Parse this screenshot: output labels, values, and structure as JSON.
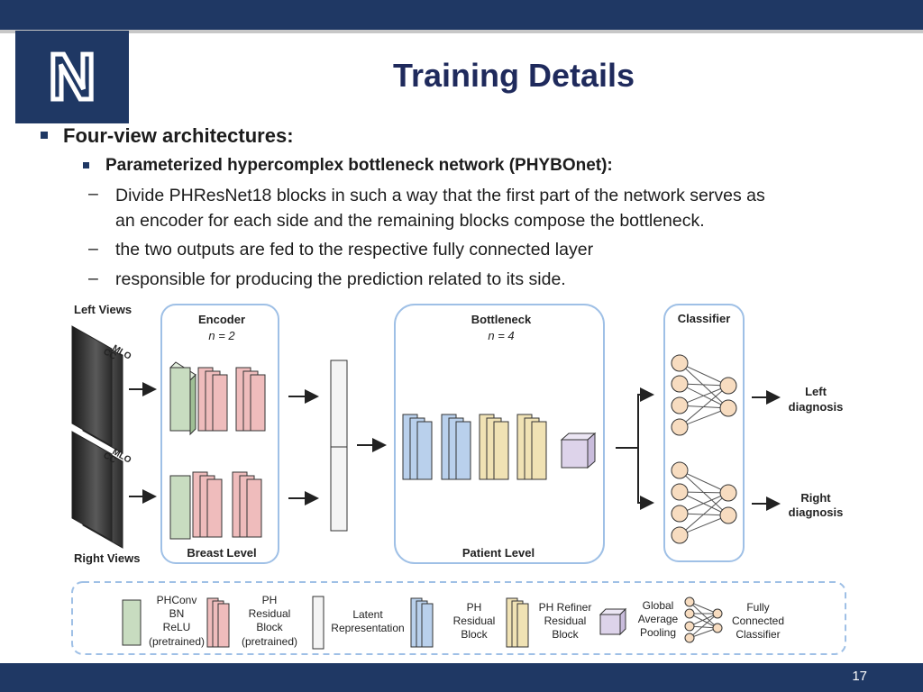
{
  "slide": {
    "title": "Training Details",
    "page_number": "17",
    "logo_letter": "N"
  },
  "bullets": {
    "level1": "Four-view architectures:",
    "level2": "Parameterized hypercomplex bottleneck network (PHYBOnet):",
    "dash1_line1": "Divide PHResNet18 blocks in such a way that the first part of the network serves as",
    "dash1_line2": "an encoder for each side and the remaining blocks compose the bottleneck.",
    "dash2": "the two outputs are fed to the respective fully connected layer",
    "dash3": "responsible for producing the prediction related to its side.",
    "dash_symbol": "–"
  },
  "diagram": {
    "left_views": "Left Views",
    "right_views": "Right Views",
    "mlo": "MLO",
    "cc": "CC",
    "encoder_title": "Encoder",
    "encoder_n": "n = 2",
    "breast_level": "Breast Level",
    "bottleneck_title": "Bottleneck",
    "bottleneck_n": "n = 4",
    "patient_level": "Patient Level",
    "classifier_title": "Classifier",
    "left_diag_1": "Left",
    "left_diag_2": "diagnosis",
    "right_diag_1": "Right",
    "right_diag_2": "diagnosis"
  },
  "legend": {
    "phconv": [
      "PHConv",
      "BN",
      "ReLU",
      "(pretrained)"
    ],
    "ph_residual_pre": [
      "PH",
      "Residual",
      "Block",
      "(pretrained)"
    ],
    "latent": [
      "Latent",
      "Representation"
    ],
    "ph_residual": [
      "PH",
      "Residual",
      "Block"
    ],
    "ph_refiner": [
      "PH Refiner",
      "Residual",
      "Block"
    ],
    "gap": [
      "Global",
      "Average",
      "Pooling"
    ],
    "fc": [
      "Fully",
      "Connected",
      "Classifier"
    ]
  },
  "colors": {
    "navy": "#1f3864",
    "title": "#1f2a5c",
    "green_block": "#c8dcc0",
    "pink_block": "#efbcbc",
    "blue_block": "#b9d0ec",
    "yellow_block": "#f0e2b4",
    "purple_block": "#ddd3ea",
    "neuron": "#f7dcc0",
    "panel_border": "#9fc0e6"
  }
}
